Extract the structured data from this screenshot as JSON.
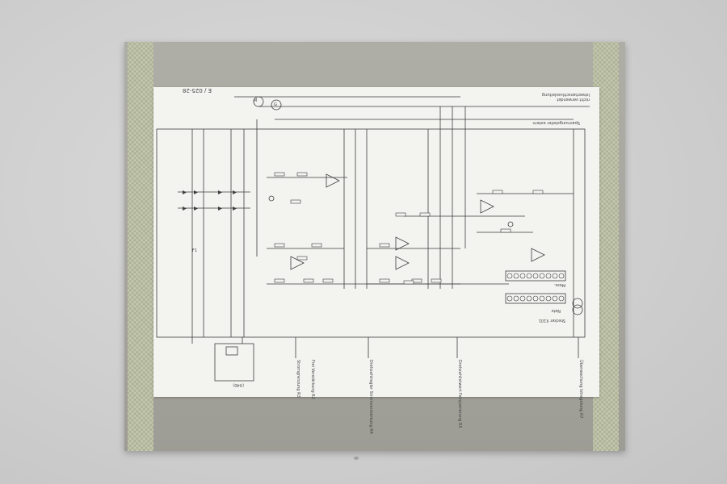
{
  "scene": {
    "description_free": true
  },
  "schematic": {
    "corner_code": "E / 025-28",
    "motor_label": "M",
    "tacho_label": "G",
    "header_note_1": "Istwertanschlussleitung",
    "header_note_2": "nicht verwendet",
    "header_note_3": "Spannungsteiler extern",
    "footer_labels": [
      "Überwachung Istregelung R7",
      "Drehzahlistwert Feinjustierung R5",
      "Drehzahlregler Stromverstärkung R4",
      "Stromgrenzung R3",
      "Frei Verstärkung R2"
    ],
    "terminal_block_label": "Stecker X101",
    "terminal_block_label_2": "Mess.",
    "side_label": "Netz",
    "fuse_label": "F1",
    "bottom_left_label": "(X40)"
  },
  "colors": {
    "board": "#a6a59e",
    "tape": "#b9bda0",
    "paper": "#f3f3f0",
    "ink": "#3a3a3a"
  }
}
